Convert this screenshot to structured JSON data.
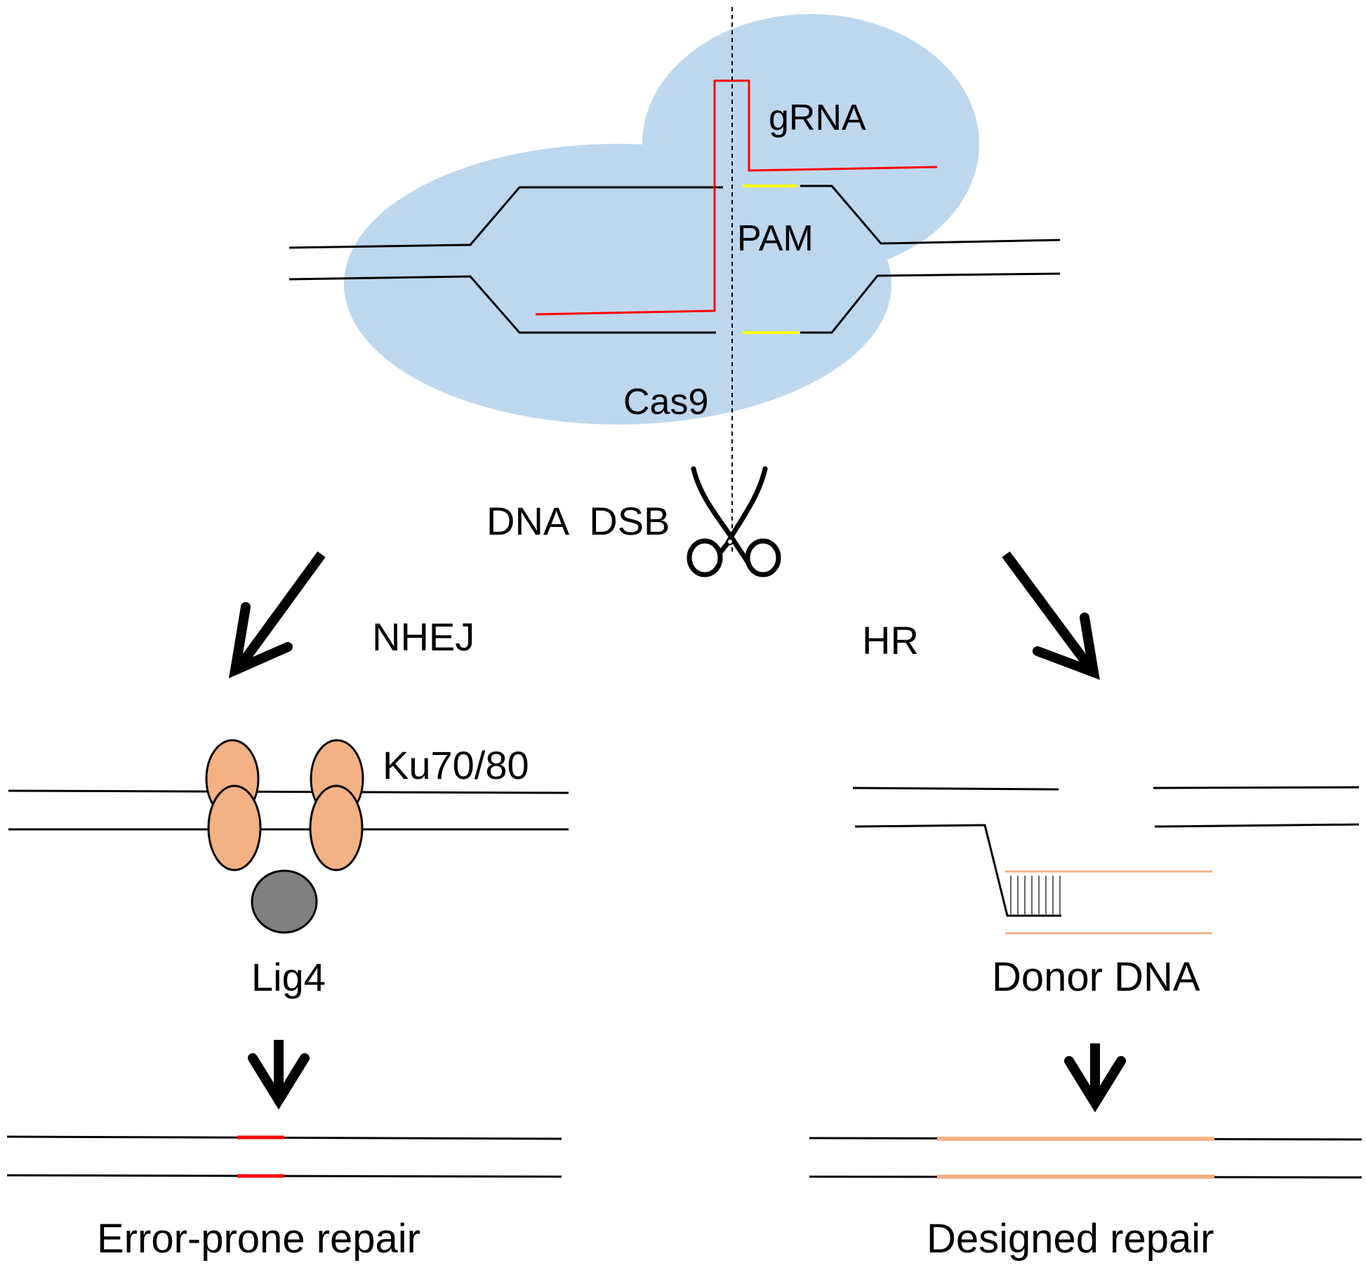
{
  "labels": {
    "grna": "gRNA",
    "pam": "PAM",
    "cas9": "Cas9",
    "dsb": "DNA  DSB",
    "nhej": "NHEJ",
    "hr": "HR",
    "ku": "Ku70/80",
    "lig4": "Lig4",
    "donor": "Donor DNA",
    "error_repair": "Error-prone repair",
    "designed_repair": "Designed repair"
  },
  "icons": [
    "scissors-icon",
    "arrow-down-left-icon",
    "arrow-down-right-icon",
    "arrow-down-icon"
  ],
  "colors": {
    "cas9": "#bdd7ee",
    "grna": "#ff0000",
    "pam": "#ffff00",
    "ku": "#f4b183",
    "lig4": "#808080",
    "donor": "#f4b183",
    "insertion": "#ff0000",
    "dna": "#000000"
  }
}
